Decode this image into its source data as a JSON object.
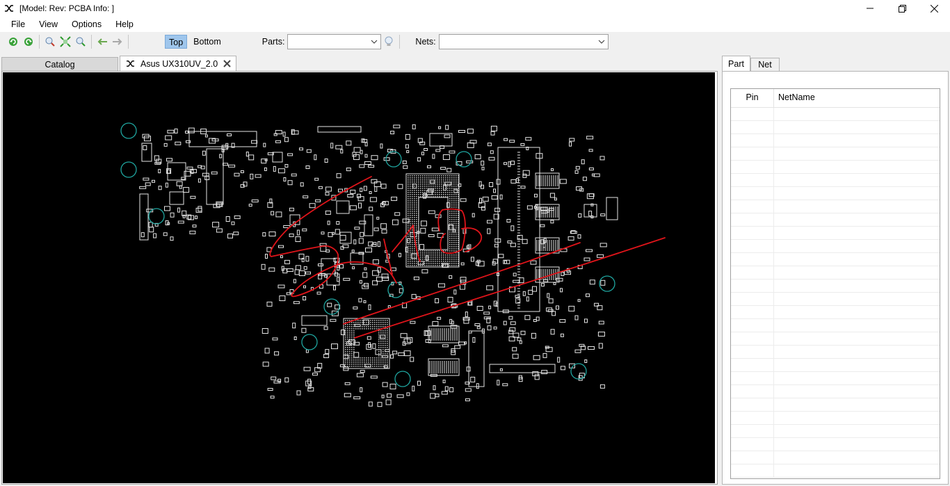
{
  "window": {
    "title": "[Model: Rev:  PCBA Info: ]"
  },
  "menu": {
    "items": [
      "File",
      "View",
      "Options",
      "Help"
    ]
  },
  "toolbar": {
    "layer_top": "Top",
    "layer_bottom": "Bottom",
    "active_layer": "Top",
    "parts_label": "Parts:",
    "parts_value": "",
    "nets_label": "Nets:",
    "nets_value": ""
  },
  "tabs": {
    "catalog": "Catalog",
    "board": "Asus UX310UV_2.0"
  },
  "panel": {
    "tabs": [
      "Part",
      "Net"
    ],
    "active_tab": "Part",
    "columns": [
      "Pin",
      "NetName"
    ]
  },
  "colors": {
    "accent_active": "#9fc6ec",
    "board_bg": "#000000",
    "pcb_lines": "#e6e6e6",
    "annotation": "#e0141a",
    "hole": "#1fa6a0"
  }
}
